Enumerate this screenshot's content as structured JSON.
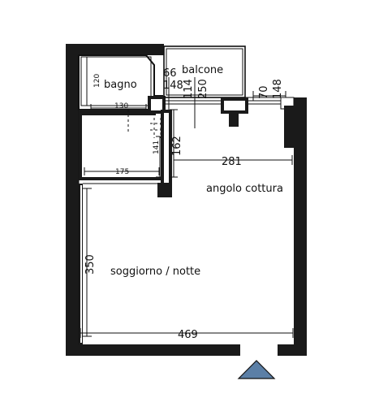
{
  "rooms": {
    "bagno": "bagno",
    "balcone": "balcone",
    "angolo_cottura": "angolo cottura",
    "soggiorno": "soggiorno / notte"
  },
  "dimensions": {
    "bagno_height": "120",
    "bagno_width": "130",
    "balcone_a": "66",
    "balcone_b": "148",
    "balcone_c": "114",
    "balcone_d": "250",
    "window_a": "70",
    "window_b": "148",
    "corridor_height": "141",
    "kitchen_depth": "162",
    "kitchen_width": "281",
    "closet_width": "175",
    "room_height": "350",
    "room_width": "469"
  },
  "colors": {
    "wall": "#111111",
    "entrance": "#5b7fa6"
  },
  "icons": {
    "entrance": "triangle-up"
  }
}
